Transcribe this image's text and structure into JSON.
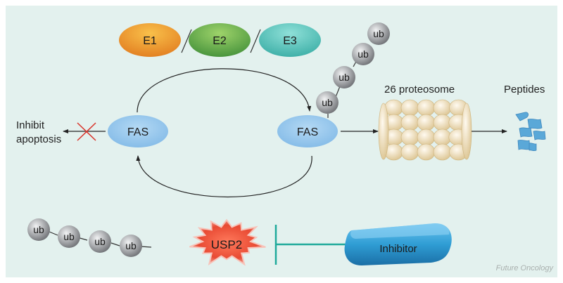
{
  "enzymes": [
    "E1",
    "E2",
    "E3"
  ],
  "fas_left": "FAS",
  "fas_right": "FAS",
  "inhibit_apoptosis": [
    "Inhibit",
    "apoptosis"
  ],
  "ub": "ub",
  "proteasome_label": "26 proteosome",
  "peptides_label": "Peptides",
  "usp2": "USP2",
  "inhibitor": "Inhibitor",
  "credit": "Future Oncology",
  "colors": {
    "background": "#e3f1ee",
    "e1": "#f2a12a",
    "e2": "#5fae4a",
    "e3": "#5cc8bf",
    "fas": "#8ec4ea",
    "ub": "#a9abae",
    "usp2": "#e8553f",
    "inhibitor": "#2f9dd4",
    "inhibition_bar": "#1fa99a",
    "cross": "#d9342b",
    "peptide": "#5aa8d8",
    "proteasome": "#e8d6ad"
  }
}
